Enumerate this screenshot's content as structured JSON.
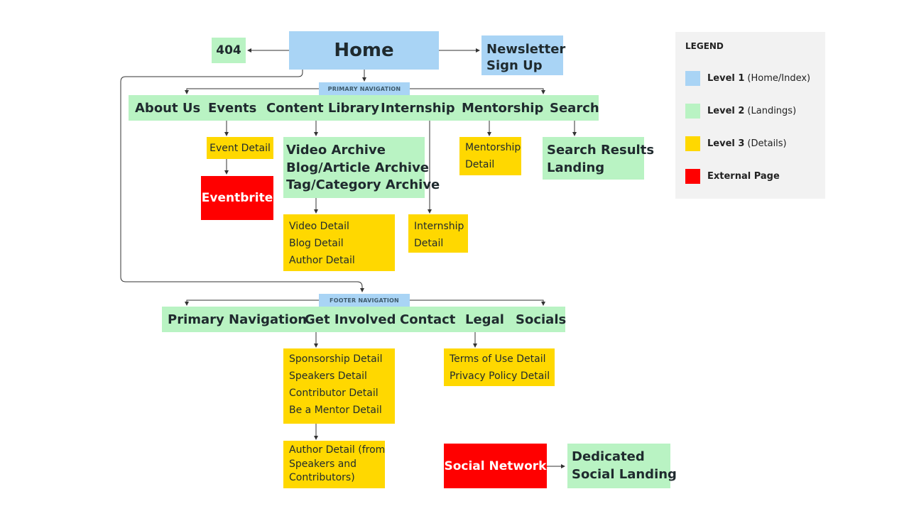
{
  "home": "Home",
  "error_page": "404",
  "newsletter": [
    "Newsletter",
    "Sign Up"
  ],
  "primary_nav": {
    "tag": "PRIMARY NAVIGATION",
    "items": [
      "About Us",
      "Events",
      "Content Library",
      "Internship",
      "Mentorship",
      "Search"
    ]
  },
  "event_detail": "Event Detail",
  "eventbrite": "Eventbrite",
  "content_archives": [
    "Video Archive",
    "Blog/Article Archive",
    "Tag/Category Archive"
  ],
  "content_details": [
    "Video Detail",
    "Blog Detail",
    "Author Detail"
  ],
  "internship_detail": [
    "Internship",
    "Detail"
  ],
  "mentorship_detail": [
    "Mentorship",
    "Detail"
  ],
  "search_results": [
    "Search Results",
    "Landing"
  ],
  "footer_nav": {
    "tag": "FOOTER NAVIGATION",
    "items": [
      "Primary Navigation",
      "Get Involved",
      "Contact",
      "Legal",
      "Socials"
    ]
  },
  "get_involved_details": [
    "Sponsorship Detail",
    "Speakers Detail",
    "Contributor Detail",
    "Be a Mentor Detail"
  ],
  "legal_details": [
    "Terms of Use Detail",
    "Privacy Policy Detail"
  ],
  "author_detail_from": [
    "Author Detail (from",
    "Speakers and",
    "Contributors)"
  ],
  "social_network": "Social Network",
  "social_landing": [
    "Dedicated",
    "Social Landing"
  ],
  "legend": {
    "title": "LEGEND",
    "items": [
      {
        "level": "Level 1",
        "desc": "(Home/Index)",
        "color": "#a9d4f5"
      },
      {
        "level": "Level 2",
        "desc": "(Landings)",
        "color": "#b9f3c3"
      },
      {
        "level": "Level 3",
        "desc": "(Details)",
        "color": "#ffd800"
      },
      {
        "level": "External Page",
        "desc": "",
        "color": "#ff0000"
      }
    ]
  }
}
